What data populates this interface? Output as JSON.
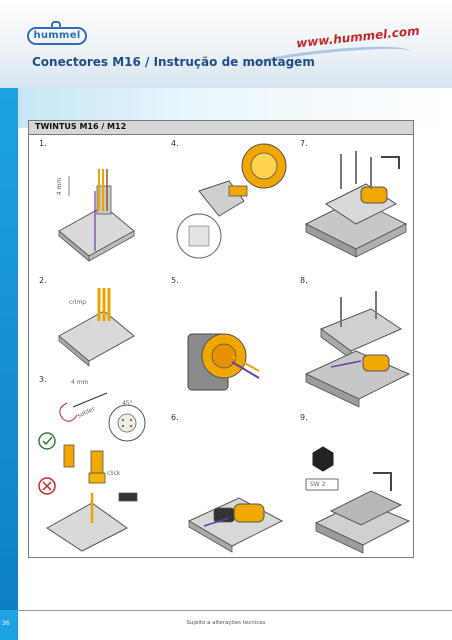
{
  "header": {
    "logo_text": "hummel",
    "website": "www.hummel.com",
    "title": "Conectores M16 / Instrução de montagem"
  },
  "panel": {
    "title": "TWINTUS M16 / M12",
    "steps": [
      "1.",
      "2.",
      "3.",
      "4.",
      "5.",
      "6.",
      "7.",
      "8.",
      "9."
    ],
    "labels": {
      "step1_dim": "4 mm",
      "step2_crimp": "crimp",
      "step3_dim": "4 mm",
      "step3_solder": "solder",
      "step3_angle": "45°",
      "step3_click": "click",
      "step9_wrench": "SW 2"
    }
  },
  "footer": {
    "page_number": "36",
    "note": "Sujeito a alterações técnicas"
  },
  "colors": {
    "brand_blue": "#1f4d84",
    "sidebar_blue": "#1ea3e0",
    "web_red": "#c62828"
  }
}
